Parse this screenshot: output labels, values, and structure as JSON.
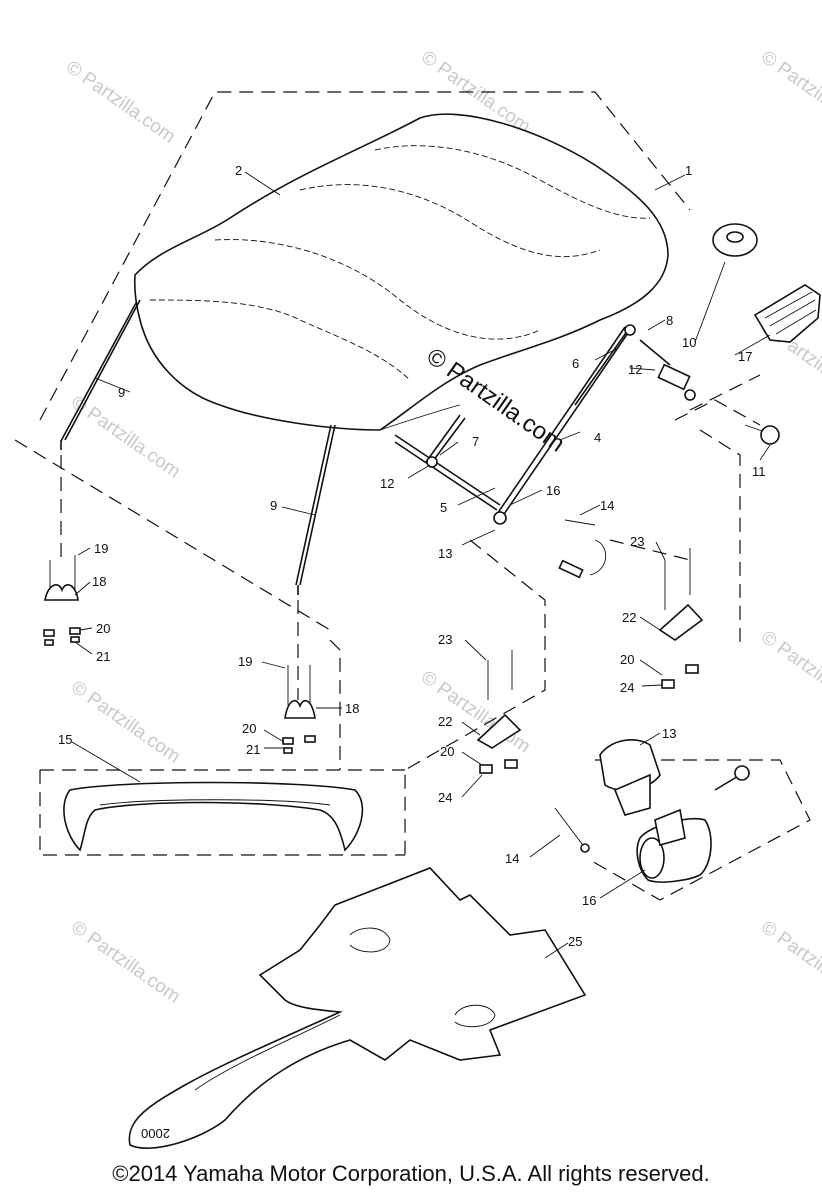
{
  "watermark": {
    "brand": "© Partzilla.com"
  },
  "callouts": {
    "c1": "1",
    "c2": "2",
    "c4": "4",
    "c5": "5",
    "c6": "6",
    "c7": "7",
    "c8": "8",
    "c9a": "9",
    "c9b": "9",
    "c10": "10",
    "c11": "11",
    "c12a": "12",
    "c12b": "12",
    "c13a": "13",
    "c13b": "13",
    "c14a": "14",
    "c14b": "14",
    "c15": "15",
    "c16a": "16",
    "c16b": "16",
    "c17": "17",
    "c18a": "18",
    "c18b": "18",
    "c19a": "19",
    "c19b": "19",
    "c20a": "20",
    "c20b": "20",
    "c20c": "20",
    "c20d": "20",
    "c21a": "21",
    "c21b": "21",
    "c22a": "22",
    "c22b": "22",
    "c23a": "23",
    "c23b": "23",
    "c24a": "24",
    "c24b": "24",
    "c25": "25"
  },
  "mat_text": "2000",
  "copyright": "©2014  Yamaha Motor Corporation, U.S.A. All rights reserved."
}
